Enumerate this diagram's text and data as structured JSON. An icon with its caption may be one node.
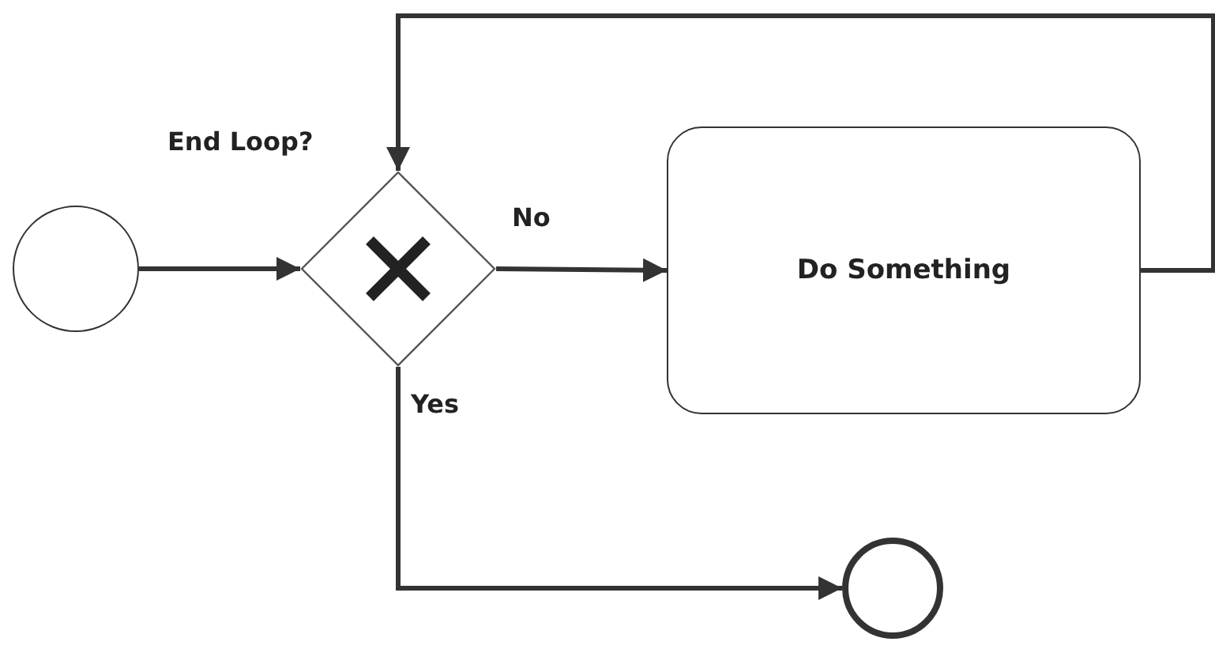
{
  "diagram": {
    "nodes": [
      {
        "text": [],
        "shape": "circle"
      },
      {
        "text": [],
        "shape": "diamond",
        "beside": [
          "End Loop?"
        ]
      },
      {
        "text": [
          "Do Something"
        ]
      },
      {
        "text": [],
        "shape": "circle"
      }
    ],
    "edges": [
      {
        "from": 0,
        "to": 1,
        "arrow": "to"
      },
      {
        "from": 1,
        "to": 2,
        "arrow": "to",
        "label": "No"
      },
      {
        "from": 2,
        "to": 1,
        "arrow": "to"
      },
      {
        "from": 1,
        "to": 3,
        "arrow": "to",
        "label": "Yes"
      }
    ]
  }
}
